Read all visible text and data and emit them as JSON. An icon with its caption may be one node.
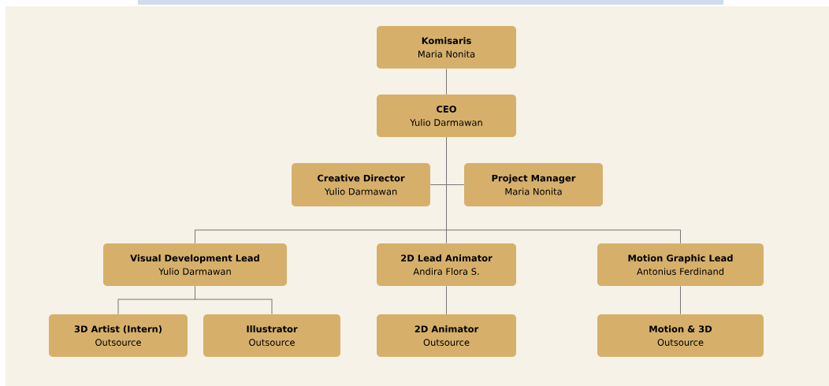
{
  "diagram": {
    "nodes": [
      {
        "text": [
          "Komisaris",
          "Maria Nonita"
        ]
      },
      {
        "text": [
          "CEO",
          "Yulio Darmawan"
        ]
      },
      {
        "text": [
          "Creative Director",
          "Yulio Darmawan"
        ]
      },
      {
        "text": [
          "Project Manager",
          "Maria Nonita"
        ]
      },
      {
        "text": [
          "Visual Development Lead",
          "Yulio Darmawan"
        ]
      },
      {
        "text": [
          "2D Lead Animator",
          "Andira Flora S."
        ]
      },
      {
        "text": [
          "Motion Graphic Lead",
          "Antonius Ferdinand"
        ]
      },
      {
        "text": [
          "3D Artist (Intern)",
          "Outsource"
        ]
      },
      {
        "text": [
          "Illustrator",
          "Outsource"
        ]
      },
      {
        "text": [
          "2D Animator",
          "Outsource"
        ]
      },
      {
        "text": [
          "Motion & 3D",
          "Outsource"
        ]
      }
    ],
    "edges": [
      {
        "from": 0,
        "to": 1,
        "arrow": "none"
      },
      {
        "from": 1,
        "to": 2,
        "arrow": "none"
      },
      {
        "from": 1,
        "to": 3,
        "arrow": "none"
      },
      {
        "from": 1,
        "to": 4,
        "arrow": "none"
      },
      {
        "from": 1,
        "to": 5,
        "arrow": "none"
      },
      {
        "from": 1,
        "to": 6,
        "arrow": "none"
      },
      {
        "from": 4,
        "to": 7,
        "arrow": "none"
      },
      {
        "from": 4,
        "to": 8,
        "arrow": "none"
      },
      {
        "from": 5,
        "to": 9,
        "arrow": "none"
      },
      {
        "from": 6,
        "to": 10,
        "arrow": "none"
      }
    ]
  }
}
